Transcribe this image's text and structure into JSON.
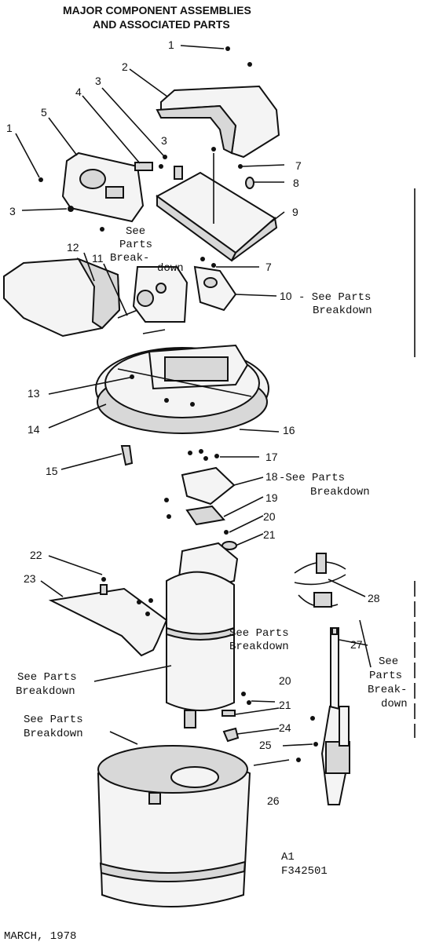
{
  "title": {
    "line1": "MAJOR COMPONENT ASSEMBLIES",
    "line2": "AND ASSOCIATED PARTS"
  },
  "callouts": {
    "c1a": "1",
    "c2": "2",
    "c3a": "3",
    "c4": "4",
    "c3b": "3",
    "c5": "5",
    "c1b": "1",
    "c3c": "3",
    "c7a": "7",
    "c8": "8",
    "c9": "9",
    "c12": "12",
    "c11": "11",
    "c7b": "7",
    "c10": "10",
    "c13": "13",
    "c14": "14",
    "c16": "16",
    "c15": "15",
    "c17": "17",
    "c18": "18",
    "c19": "19",
    "c20a": "20",
    "c21a": "21",
    "c22": "22",
    "c23": "23",
    "c28": "28",
    "c27": "27",
    "c20b": "20",
    "c21b": "21",
    "c24": "24",
    "c25": "25",
    "c26": "26"
  },
  "notes": {
    "see_parts_breakdown_top_1": "See",
    "see_parts_breakdown_top_2": "Parts",
    "see_parts_breakdown_top_3": "Break-",
    "see_parts_breakdown_top_4": "down",
    "note10_1": "- See Parts",
    "note10_2": "Breakdown",
    "note18_1": "-See Parts",
    "note18_2": "Breakdown",
    "note_mid_1": "See Parts",
    "note_mid_2": "Breakdown",
    "note_left_1": "See Parts",
    "note_left_2": "Breakdown",
    "note_base_1": "See Parts",
    "note_base_2": "Breakdown",
    "note27_1": "See",
    "note27_2": "Parts",
    "note27_3": "Break-",
    "note27_4": "down"
  },
  "figure_id": {
    "line1": "A1",
    "line2": "F342501"
  },
  "date": "MARCH, 1978"
}
